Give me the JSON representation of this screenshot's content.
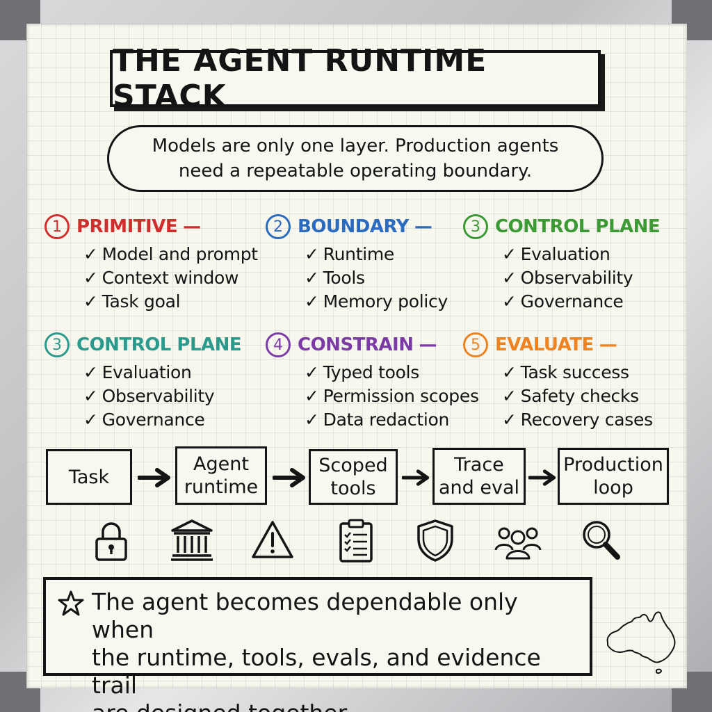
{
  "title": "THE AGENT RUNTIME STACK",
  "subtitle_lines": [
    "Models are only one layer. Production agents",
    "need a repeatable operating boundary."
  ],
  "sections": [
    {
      "number": "1",
      "title": "PRIMITIVE",
      "dash": "—",
      "color": "#d12d2d",
      "items": [
        "Model and prompt",
        "Context window",
        "Task goal"
      ]
    },
    {
      "number": "2",
      "title": "BOUNDARY",
      "dash": "—",
      "color": "#2a6bbf",
      "items": [
        "Runtime",
        "Tools",
        "Memory policy"
      ]
    },
    {
      "number": "3",
      "title": "CONTROL PLANE",
      "dash": "",
      "color": "#3c9a35",
      "items": [
        "Evaluation",
        "Observability",
        "Governance"
      ]
    },
    {
      "number": "3",
      "title": "CONTROL PLANE",
      "dash": "",
      "color": "#2a9a8c",
      "items": [
        "Evaluation",
        "Observability",
        "Governance"
      ]
    },
    {
      "number": "4",
      "title": "CONSTRAIN",
      "dash": "—",
      "color": "#7b3aa6",
      "items": [
        "Typed tools",
        "Permission scopes",
        "Data redaction"
      ]
    },
    {
      "number": "5",
      "title": "EVALUATE",
      "dash": "—",
      "color": "#ee8320",
      "items": [
        "Task success",
        "Safety checks",
        "Recovery cases"
      ]
    }
  ],
  "check_mark": "✓",
  "flow": [
    {
      "lines": [
        "Task"
      ]
    },
    {
      "lines": [
        "Agent",
        "runtime"
      ]
    },
    {
      "lines": [
        "Scoped",
        "tools"
      ]
    },
    {
      "lines": [
        "Trace",
        "and eval"
      ]
    },
    {
      "lines": [
        "Production",
        "loop"
      ]
    }
  ],
  "icons": [
    "lock-icon",
    "bank-icon",
    "warning-icon",
    "clipboard-checklist-icon",
    "shield-icon",
    "users-icon",
    "magnifier-icon",
    "australia-map-icon",
    "star-icon"
  ],
  "callout_lines": [
    "The agent becomes dependable only when",
    "the runtime, tools, evals, and evidence trail",
    "are designed together."
  ]
}
